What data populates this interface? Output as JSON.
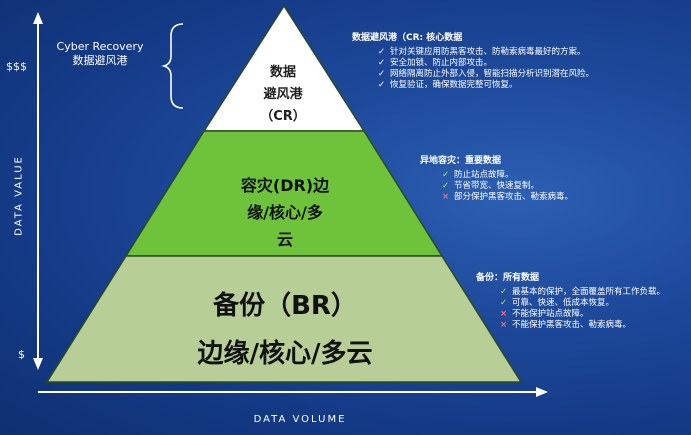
{
  "left": {
    "cyber_recovery_en": "Cyber Recovery",
    "cyber_recovery_zh": "数据避风港",
    "cost_high": "$$$",
    "cost_low": "$",
    "y_axis": "DATA VALUE",
    "x_axis": "DATA VOLUME"
  },
  "pyramid": {
    "top": [
      "数据",
      "避风港",
      "（CR）"
    ],
    "middle": [
      "容灾(DR)边",
      "缘/核心/多",
      "云"
    ],
    "bottom": [
      "备份（BR）",
      "边缘/核心/多云"
    ],
    "colors": {
      "top": "#ffffff",
      "middle": "#6ec33a",
      "bottom": "#b7cf97",
      "border": "#2b4a20"
    }
  },
  "sections": {
    "cr": {
      "title": "数据避风港（CR: 核心数据",
      "items": [
        {
          "mark": "check-white",
          "text": "针对关键应用防黑客攻击、防勒索病毒最好的方案。"
        },
        {
          "mark": "check-white",
          "text": "安全加锁、防止内部攻击。"
        },
        {
          "mark": "check-white",
          "text": "网络隔离防止外部入侵，智能扫描分析识别潜在风险。"
        },
        {
          "mark": "check-white",
          "text": "恢复验证，确保数据完整可恢复。"
        }
      ]
    },
    "dr": {
      "title": "异地容灾：重要数据",
      "items": [
        {
          "mark": "check-green",
          "text": "防止站点故障。"
        },
        {
          "mark": "check-green",
          "text": "节省带宽、快速复制。"
        },
        {
          "mark": "cross",
          "text": "部分保护黑客攻击、勒索病毒。"
        }
      ]
    },
    "br": {
      "title": "备份：所有数据",
      "items": [
        {
          "mark": "check-green",
          "text": "最基本的保护，全面覆盖所有工作负载。"
        },
        {
          "mark": "check-green",
          "text": "可靠、快速、低成本恢复。"
        },
        {
          "mark": "cross",
          "text": "不能保护站点故障。"
        },
        {
          "mark": "cross",
          "text": "不能保护黑客攻击、勒索病毒。"
        }
      ]
    }
  }
}
